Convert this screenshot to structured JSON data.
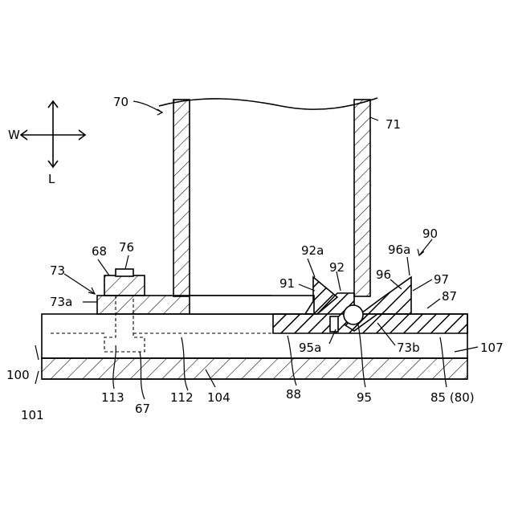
{
  "directions": {
    "west": "W",
    "lower": "L"
  },
  "labels": {
    "l70": "70",
    "l71": "71",
    "l68": "68",
    "l76": "76",
    "l73": "73",
    "l73a": "73a",
    "l92a": "92a",
    "l92": "92",
    "l91": "91",
    "l96a": "96a",
    "l90": "90",
    "l96": "96",
    "l97": "97",
    "l87": "87",
    "l95a": "95a",
    "l73b": "73b",
    "l107": "107",
    "l100": "100",
    "l101": "101",
    "l113": "113",
    "l67": "67",
    "l112": "112",
    "l104": "104",
    "l88": "88",
    "l95": "95",
    "l85": "85 (80)"
  }
}
